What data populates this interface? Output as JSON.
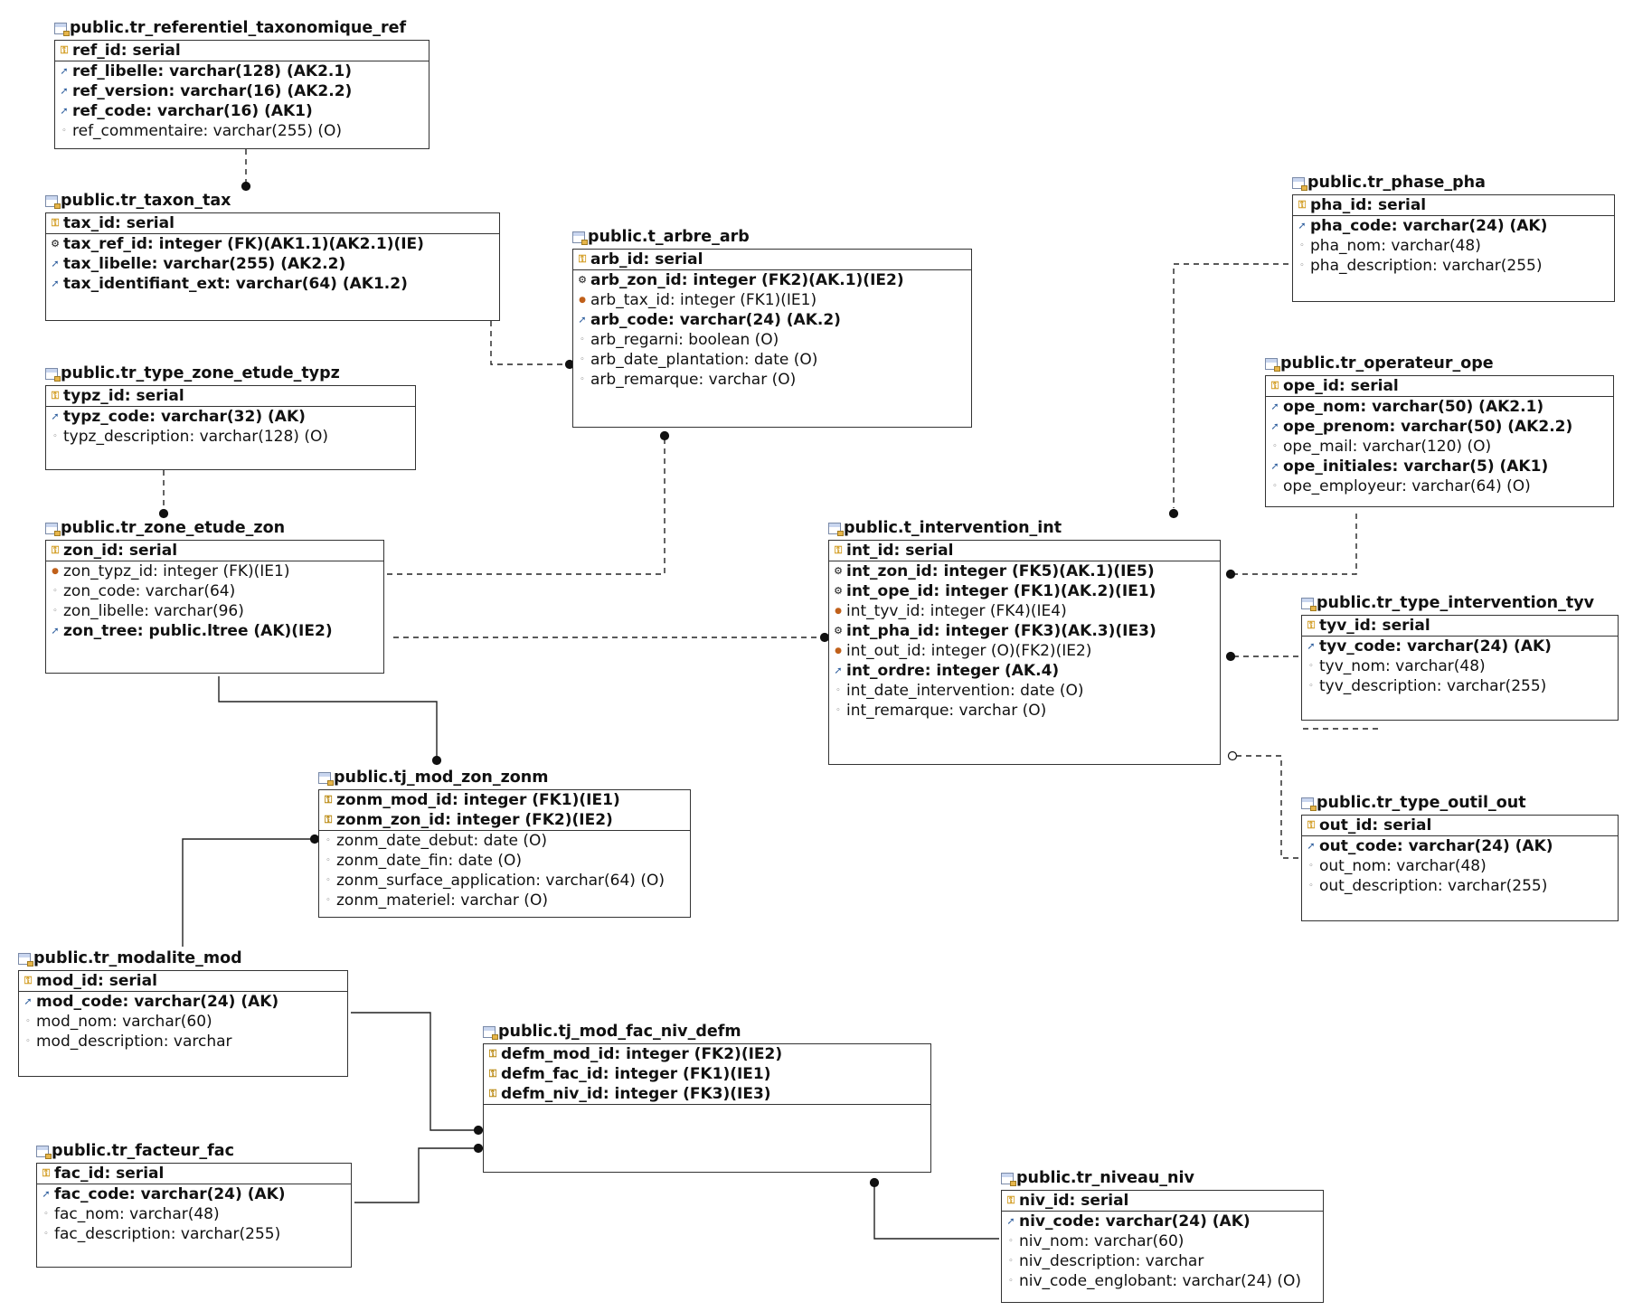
{
  "entities": [
    {
      "id": "ref",
      "title": "public.tr_referentiel_taxonomique_ref",
      "pk": [
        {
          "text": "ref_id: serial",
          "bold": true,
          "icon": "pk"
        }
      ],
      "attrs": [
        {
          "text": "ref_libelle: varchar(128) (AK2.1)",
          "bold": true,
          "icon": "ak"
        },
        {
          "text": "ref_version: varchar(16) (AK2.2)",
          "bold": true,
          "icon": "ak"
        },
        {
          "text": "ref_code: varchar(16) (AK1)",
          "bold": true,
          "icon": "ak"
        },
        {
          "text": "ref_commentaire: varchar(255) (O)",
          "bold": false,
          "icon": "opt"
        }
      ]
    },
    {
      "id": "tax",
      "title": "public.tr_taxon_tax",
      "pk": [
        {
          "text": "tax_id: serial",
          "bold": true,
          "icon": "pk"
        }
      ],
      "attrs": [
        {
          "text": "tax_ref_id: integer (FK)(AK1.1)(AK2.1)(IE)",
          "bold": true,
          "icon": "akfk"
        },
        {
          "text": "tax_libelle: varchar(255) (AK2.2)",
          "bold": true,
          "icon": "ak"
        },
        {
          "text": "tax_identifiant_ext: varchar(64) (AK1.2)",
          "bold": true,
          "icon": "ak"
        }
      ]
    },
    {
      "id": "typz",
      "title": "public.tr_type_zone_etude_typz",
      "pk": [
        {
          "text": "typz_id: serial",
          "bold": true,
          "icon": "pk"
        }
      ],
      "attrs": [
        {
          "text": "typz_code: varchar(32) (AK)",
          "bold": true,
          "icon": "ak"
        },
        {
          "text": "typz_description: varchar(128) (O)",
          "bold": false,
          "icon": "opt"
        }
      ]
    },
    {
      "id": "zon",
      "title": "public.tr_zone_etude_zon",
      "pk": [
        {
          "text": "zon_id: serial",
          "bold": true,
          "icon": "pk"
        }
      ],
      "attrs": [
        {
          "text": "zon_typz_id: integer (FK)(IE1)",
          "bold": false,
          "icon": "fk"
        },
        {
          "text": "zon_code: varchar(64)",
          "bold": false,
          "icon": "opt"
        },
        {
          "text": "zon_libelle: varchar(96)",
          "bold": false,
          "icon": "opt"
        },
        {
          "text": "zon_tree: public.ltree (AK)(IE2)",
          "bold": true,
          "icon": "ak"
        }
      ]
    },
    {
      "id": "arb",
      "title": "public.t_arbre_arb",
      "pk": [
        {
          "text": "arb_id: serial",
          "bold": true,
          "icon": "pk"
        }
      ],
      "attrs": [
        {
          "text": "arb_zon_id: integer (FK2)(AK.1)(IE2)",
          "bold": true,
          "icon": "akfk"
        },
        {
          "text": "arb_tax_id: integer (FK1)(IE1)",
          "bold": false,
          "icon": "fk"
        },
        {
          "text": "arb_code: varchar(24) (AK.2)",
          "bold": true,
          "icon": "ak"
        },
        {
          "text": "arb_regarni: boolean (O)",
          "bold": false,
          "icon": "opt"
        },
        {
          "text": "arb_date_plantation: date (O)",
          "bold": false,
          "icon": "opt"
        },
        {
          "text": "arb_remarque: varchar (O)",
          "bold": false,
          "icon": "opt"
        }
      ]
    },
    {
      "id": "pha",
      "title": "public.tr_phase_pha",
      "pk": [
        {
          "text": "pha_id: serial",
          "bold": true,
          "icon": "pk"
        }
      ],
      "attrs": [
        {
          "text": "pha_code: varchar(24) (AK)",
          "bold": true,
          "icon": "ak"
        },
        {
          "text": "pha_nom: varchar(48)",
          "bold": false,
          "icon": "opt"
        },
        {
          "text": "pha_description: varchar(255)",
          "bold": false,
          "icon": "opt"
        }
      ]
    },
    {
      "id": "ope",
      "title": "public.tr_operateur_ope",
      "pk": [
        {
          "text": "ope_id: serial",
          "bold": true,
          "icon": "pk"
        }
      ],
      "attrs": [
        {
          "text": "ope_nom: varchar(50) (AK2.1)",
          "bold": true,
          "icon": "ak"
        },
        {
          "text": "ope_prenom: varchar(50) (AK2.2)",
          "bold": true,
          "icon": "ak"
        },
        {
          "text": "ope_mail: varchar(120) (O)",
          "bold": false,
          "icon": "opt"
        },
        {
          "text": "ope_initiales: varchar(5) (AK1)",
          "bold": true,
          "icon": "ak"
        },
        {
          "text": "ope_employeur: varchar(64) (O)",
          "bold": false,
          "icon": "opt"
        }
      ]
    },
    {
      "id": "int",
      "title": "public.t_intervention_int",
      "pk": [
        {
          "text": "int_id: serial",
          "bold": true,
          "icon": "pk"
        }
      ],
      "attrs": [
        {
          "text": "int_zon_id: integer (FK5)(AK.1)(IE5)",
          "bold": true,
          "icon": "akfk"
        },
        {
          "text": "int_ope_id: integer (FK1)(AK.2)(IE1)",
          "bold": true,
          "icon": "akfk"
        },
        {
          "text": "int_tyv_id: integer (FK4)(IE4)",
          "bold": false,
          "icon": "fk"
        },
        {
          "text": "int_pha_id: integer (FK3)(AK.3)(IE3)",
          "bold": true,
          "icon": "akfk"
        },
        {
          "text": "int_out_id: integer (O)(FK2)(IE2)",
          "bold": false,
          "icon": "fk"
        },
        {
          "text": "int_ordre: integer (AK.4)",
          "bold": true,
          "icon": "ak"
        },
        {
          "text": "int_date_intervention: date (O)",
          "bold": false,
          "icon": "opt"
        },
        {
          "text": "int_remarque: varchar (O)",
          "bold": false,
          "icon": "opt"
        }
      ]
    },
    {
      "id": "tyv",
      "title": "public.tr_type_intervention_tyv",
      "pk": [
        {
          "text": "tyv_id: serial",
          "bold": true,
          "icon": "pk"
        }
      ],
      "attrs": [
        {
          "text": "tyv_code: varchar(24) (AK)",
          "bold": true,
          "icon": "ak"
        },
        {
          "text": "tyv_nom: varchar(48)",
          "bold": false,
          "icon": "opt"
        },
        {
          "text": "tyv_description: varchar(255)",
          "bold": false,
          "icon": "opt"
        }
      ]
    },
    {
      "id": "out",
      "title": "public.tr_type_outil_out",
      "pk": [
        {
          "text": "out_id: serial",
          "bold": true,
          "icon": "pk"
        }
      ],
      "attrs": [
        {
          "text": "out_code: varchar(24) (AK)",
          "bold": true,
          "icon": "ak"
        },
        {
          "text": "out_nom: varchar(48)",
          "bold": false,
          "icon": "opt"
        },
        {
          "text": "out_description: varchar(255)",
          "bold": false,
          "icon": "opt"
        }
      ]
    },
    {
      "id": "zonm",
      "title": "public.tj_mod_zon_zonm",
      "pk": [
        {
          "text": "zonm_mod_id: integer (FK1)(IE1)",
          "bold": true,
          "icon": "pkfk"
        },
        {
          "text": "zonm_zon_id: integer (FK2)(IE2)",
          "bold": true,
          "icon": "pkfk"
        }
      ],
      "attrs": [
        {
          "text": "zonm_date_debut: date (O)",
          "bold": false,
          "icon": "opt"
        },
        {
          "text": "zonm_date_fin: date (O)",
          "bold": false,
          "icon": "opt"
        },
        {
          "text": "zonm_surface_application: varchar(64) (O)",
          "bold": false,
          "icon": "opt"
        },
        {
          "text": "zonm_materiel: varchar (O)",
          "bold": false,
          "icon": "opt"
        }
      ]
    },
    {
      "id": "mod",
      "title": "public.tr_modalite_mod",
      "pk": [
        {
          "text": "mod_id: serial",
          "bold": true,
          "icon": "pk"
        }
      ],
      "attrs": [
        {
          "text": "mod_code: varchar(24) (AK)",
          "bold": true,
          "icon": "ak"
        },
        {
          "text": "mod_nom: varchar(60)",
          "bold": false,
          "icon": "opt"
        },
        {
          "text": "mod_description: varchar",
          "bold": false,
          "icon": "opt"
        }
      ]
    },
    {
      "id": "defm",
      "title": "public.tj_mod_fac_niv_defm",
      "pk": [
        {
          "text": "defm_mod_id: integer (FK2)(IE2)",
          "bold": true,
          "icon": "pkfk"
        },
        {
          "text": "defm_fac_id: integer (FK1)(IE1)",
          "bold": true,
          "icon": "pkfk"
        },
        {
          "text": "defm_niv_id: integer (FK3)(IE3)",
          "bold": true,
          "icon": "pkfk"
        }
      ],
      "attrs": []
    },
    {
      "id": "fac",
      "title": "public.tr_facteur_fac",
      "pk": [
        {
          "text": "fac_id: serial",
          "bold": true,
          "icon": "pk"
        }
      ],
      "attrs": [
        {
          "text": "fac_code: varchar(24) (AK)",
          "bold": true,
          "icon": "ak"
        },
        {
          "text": "fac_nom: varchar(48)",
          "bold": false,
          "icon": "opt"
        },
        {
          "text": "fac_description: varchar(255)",
          "bold": false,
          "icon": "opt"
        }
      ]
    },
    {
      "id": "niv",
      "title": "public.tr_niveau_niv",
      "pk": [
        {
          "text": "niv_id: serial",
          "bold": true,
          "icon": "pk"
        }
      ],
      "attrs": [
        {
          "text": "niv_code: varchar(24) (AK)",
          "bold": true,
          "icon": "ak"
        },
        {
          "text": "niv_nom: varchar(60)",
          "bold": false,
          "icon": "opt"
        },
        {
          "text": "niv_description: varchar",
          "bold": false,
          "icon": "opt"
        },
        {
          "text": "niv_code_englobant: varchar(24) (O)",
          "bold": false,
          "icon": "opt"
        }
      ]
    }
  ],
  "relationships": [
    {
      "from": "ref",
      "to": "tax",
      "style": "dashed",
      "end": "dot"
    },
    {
      "from": "tax",
      "to": "arb",
      "style": "dashed",
      "end": "dot"
    },
    {
      "from": "typz",
      "to": "zon",
      "style": "dashed",
      "end": "dot"
    },
    {
      "from": "zon",
      "to": "arb",
      "style": "dashed",
      "end": "dot"
    },
    {
      "from": "zon",
      "to": "int",
      "style": "dashed",
      "end": "dot"
    },
    {
      "from": "pha",
      "to": "int",
      "style": "dashed",
      "end": "dot"
    },
    {
      "from": "ope",
      "to": "int",
      "style": "dashed",
      "end": "dot"
    },
    {
      "from": "tyv",
      "to": "int",
      "style": "dashed",
      "end": "dot"
    },
    {
      "from": "out",
      "to": "int",
      "style": "dashed",
      "end": "hollow"
    },
    {
      "from": "zon",
      "to": "zonm",
      "style": "solid",
      "end": "dot"
    },
    {
      "from": "mod",
      "to": "zonm",
      "style": "solid",
      "end": "dot"
    },
    {
      "from": "mod",
      "to": "defm",
      "style": "solid",
      "end": "dot"
    },
    {
      "from": "fac",
      "to": "defm",
      "style": "solid",
      "end": "dot"
    },
    {
      "from": "niv",
      "to": "defm",
      "style": "solid",
      "end": "dot"
    }
  ]
}
